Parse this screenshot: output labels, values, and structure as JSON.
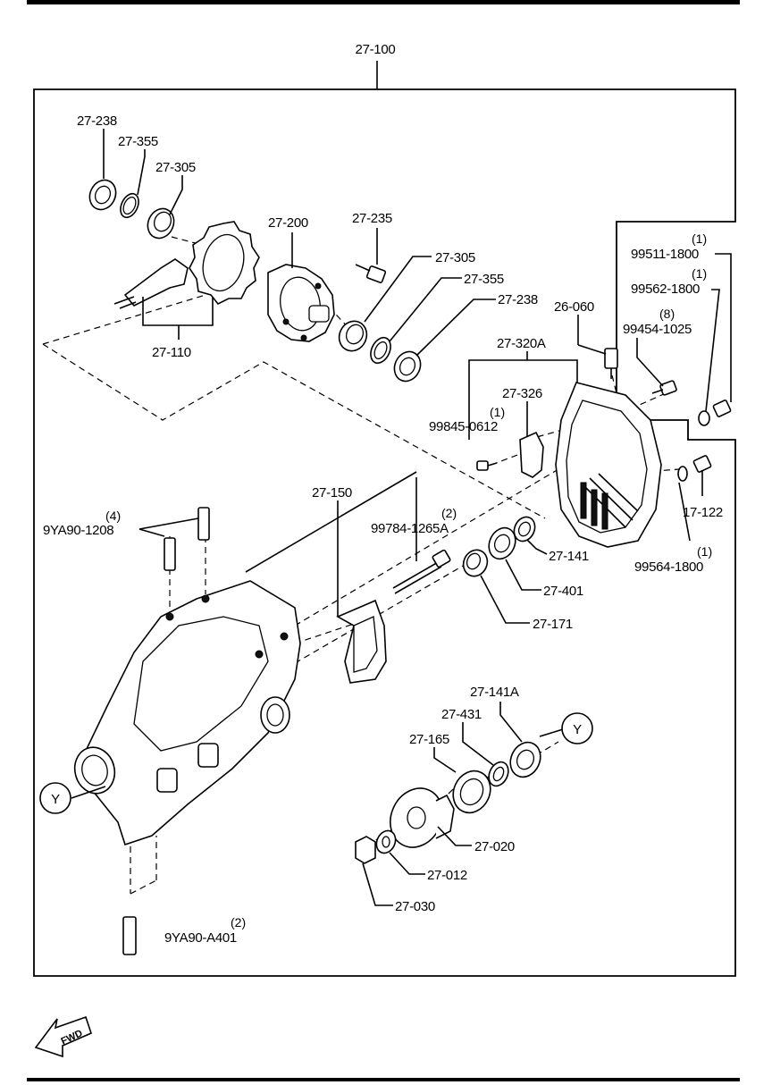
{
  "diagram": {
    "assembly_label": "27-100",
    "fwd_label": "FWD",
    "ref_y_label": "Y",
    "callouts": {
      "p27_238_top": "27-238",
      "p27_355_top": "27-355",
      "p27_305_top": "27-305",
      "p27_110": "27-110",
      "p27_200": "27-200",
      "p27_235": "27-235",
      "p27_305_mid": "27-305",
      "p27_355_mid": "27-355",
      "p27_238_mid": "27-238",
      "p26_060": "26-060",
      "p27_320A": "27-320A",
      "p27_326": "27-326",
      "p99845_0612": "99845-0612",
      "q99845_0612": "(1)",
      "p99454_1025": "99454-1025",
      "q99454_1025": "(8)",
      "p99511_1800": "99511-1800",
      "q99511_1800": "(1)",
      "p99562_1800": "99562-1800",
      "q99562_1800": "(1)",
      "p17_122": "17-122",
      "p99564_1800": "99564-1800",
      "q99564_1800": "(1)",
      "p27_150": "27-150",
      "p99784_1265A": "99784-1265A",
      "q99784_1265A": "(2)",
      "p9YA90_1208": "9YA90-1208",
      "q9YA90_1208": "(4)",
      "p27_141": "27-141",
      "p27_401": "27-401",
      "p27_171": "27-171",
      "p27_141A": "27-141A",
      "p27_431": "27-431",
      "p27_165": "27-165",
      "p27_020": "27-020",
      "p27_012": "27-012",
      "p27_030": "27-030",
      "p9YA90_A401": "9YA90-A401",
      "q9YA90_A401": "(2)"
    }
  }
}
